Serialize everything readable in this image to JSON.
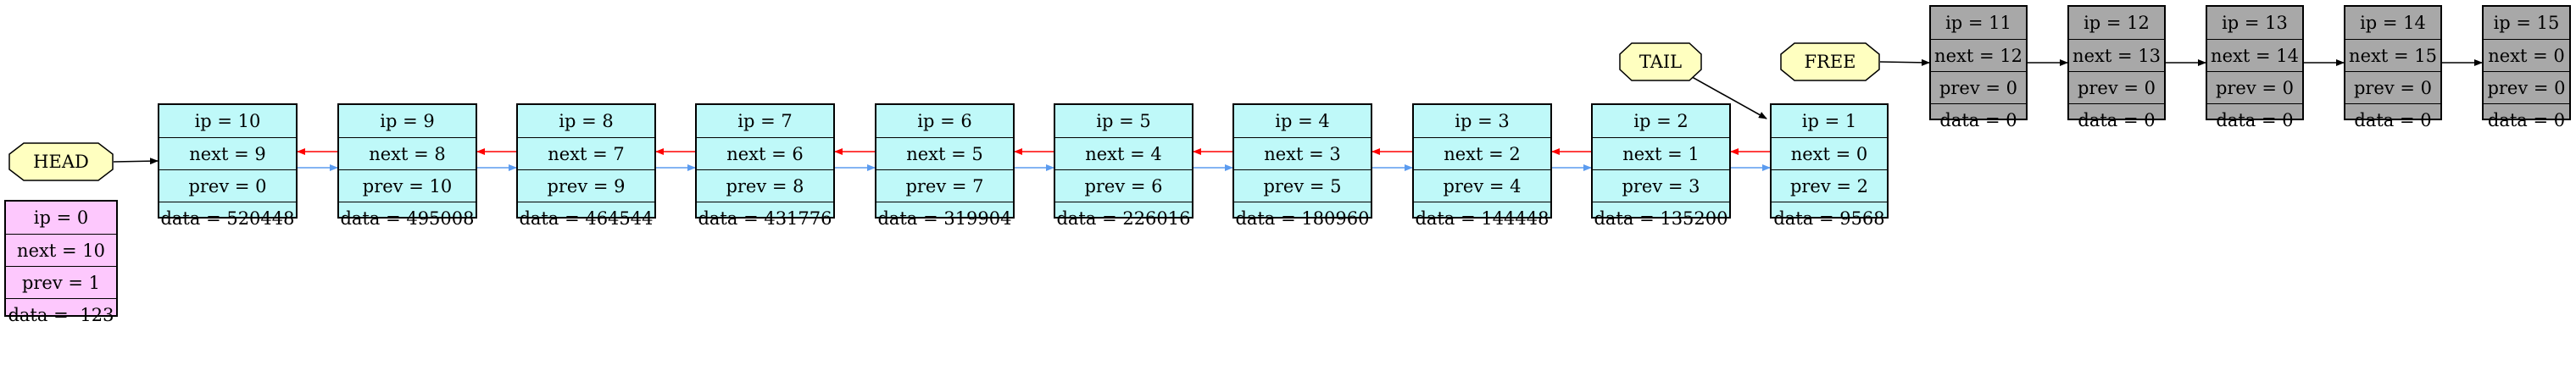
{
  "labels": {
    "head": "HEAD",
    "tail": "TAIL",
    "free": "FREE"
  },
  "colors": {
    "active_fill": "#bff9f9",
    "free_fill": "#a8a8a8",
    "null_fill": "#fdc8fd",
    "label_fill": "#ffffc0",
    "prev_edge": "#ff0000",
    "next_edge": "#5b9bef",
    "pointer_edge": "#000000"
  },
  "null_node": {
    "ip": "ip = 0",
    "next": "next = 10",
    "prev": "prev = 1",
    "data": "data = -123"
  },
  "active_nodes": [
    {
      "ip": "ip = 10",
      "next": "next = 9",
      "prev": "prev = 0",
      "data": "data = 520448"
    },
    {
      "ip": "ip = 9",
      "next": "next = 8",
      "prev": "prev = 10",
      "data": "data = 495008"
    },
    {
      "ip": "ip = 8",
      "next": "next = 7",
      "prev": "prev = 9",
      "data": "data = 464544"
    },
    {
      "ip": "ip = 7",
      "next": "next = 6",
      "prev": "prev = 8",
      "data": "data = 431776"
    },
    {
      "ip": "ip = 6",
      "next": "next = 5",
      "prev": "prev = 7",
      "data": "data = 319904"
    },
    {
      "ip": "ip = 5",
      "next": "next = 4",
      "prev": "prev = 6",
      "data": "data = 226016"
    },
    {
      "ip": "ip = 4",
      "next": "next = 3",
      "prev": "prev = 5",
      "data": "data = 180960"
    },
    {
      "ip": "ip = 3",
      "next": "next = 2",
      "prev": "prev = 4",
      "data": "data = 144448"
    },
    {
      "ip": "ip = 2",
      "next": "next = 1",
      "prev": "prev = 3",
      "data": "data = 135200"
    },
    {
      "ip": "ip = 1",
      "next": "next = 0",
      "prev": "prev = 2",
      "data": "data = 9568"
    }
  ],
  "free_nodes": [
    {
      "ip": "ip = 11",
      "next": "next = 12",
      "prev": "prev = 0",
      "data": "data = 0"
    },
    {
      "ip": "ip = 12",
      "next": "next = 13",
      "prev": "prev = 0",
      "data": "data = 0"
    },
    {
      "ip": "ip = 13",
      "next": "next = 14",
      "prev": "prev = 0",
      "data": "data = 0"
    },
    {
      "ip": "ip = 14",
      "next": "next = 15",
      "prev": "prev = 0",
      "data": "data = 0"
    },
    {
      "ip": "ip = 15",
      "next": "next = 0",
      "prev": "prev = 0",
      "data": "data = 0"
    }
  ]
}
